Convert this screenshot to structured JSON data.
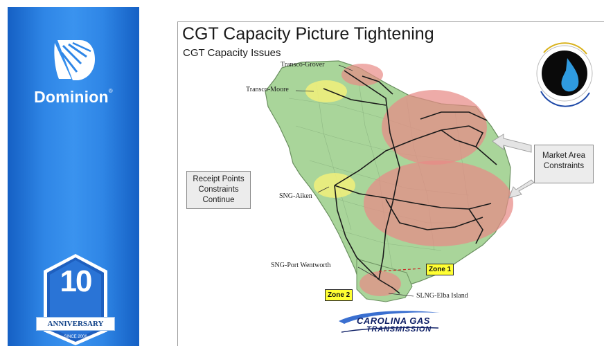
{
  "sidebar": {
    "brand_name": "Dominion",
    "registered_mark": "®",
    "badge": {
      "number": "10",
      "label": "ANNIVERSARY",
      "since": "SINCE 2006"
    }
  },
  "slide": {
    "title": "CGT Capacity Picture Tightening",
    "subtitle": "CGT Capacity Issues",
    "callouts": {
      "receipt": [
        "Receipt Points",
        "Constraints",
        "Continue"
      ],
      "market": [
        "Market Area",
        "Constraints"
      ]
    },
    "map_labels": {
      "transco_grover": "Transco-Grover",
      "transco_moore": "Transco-Moore",
      "sng_aiken": "SNG-Aiken",
      "sng_port_wentworth": "SNG-Port Wentworth",
      "slng_elba_island": "SLNG-Elba Island"
    },
    "zones": {
      "zone1": "Zone 1",
      "zone2": "Zone 2"
    },
    "cgt_logo": [
      "CAROLINA GAS",
      "TRANSMISSION"
    ]
  },
  "colors": {
    "sidebar_blue": "#2f86e6",
    "map_fill": "#a9d59a",
    "constraint_red": "#e88a86",
    "receipt_yellow": "#f2f07a",
    "zone_yellow": "#ffff33",
    "logo_navy": "#0e1f66"
  }
}
